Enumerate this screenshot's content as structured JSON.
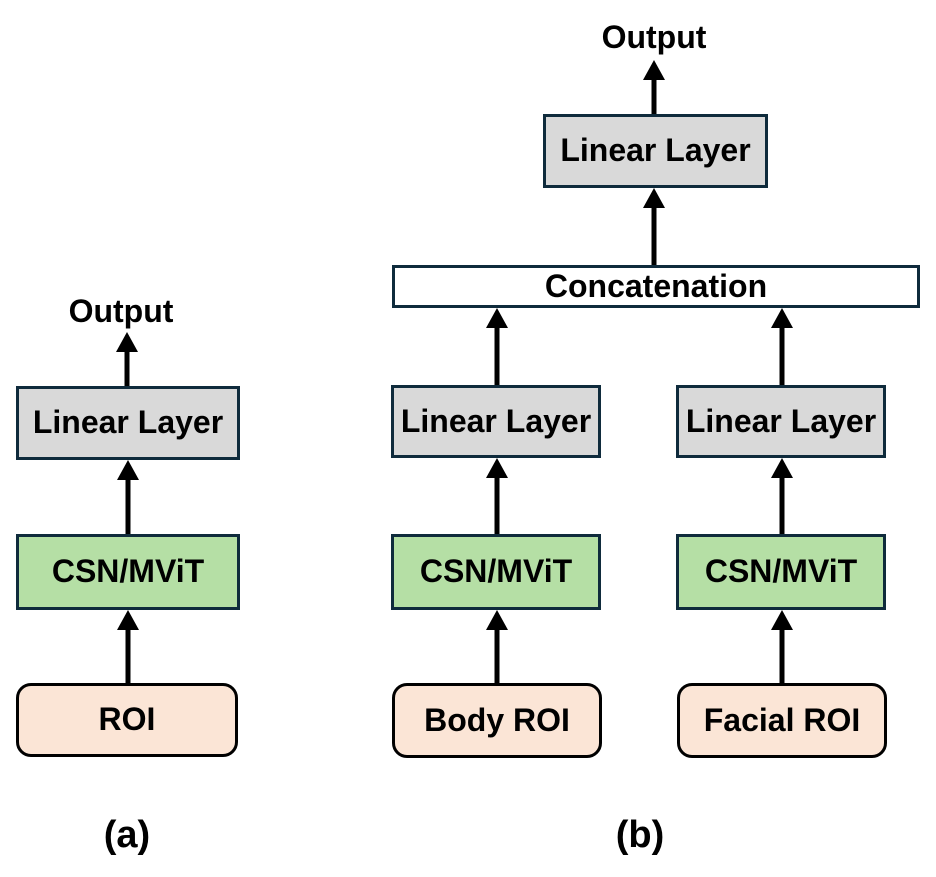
{
  "colors": {
    "background": "#ffffff",
    "box_border": "#0f2b3c",
    "linear_fill": "#d9d9d9",
    "backbone_fill": "#b5dfa5",
    "roi_fill": "#fbe5d6",
    "roi_border": "#000000",
    "concat_fill": "#ffffff",
    "arrow": "#000000",
    "text": "#000000"
  },
  "diagram_a": {
    "caption": "(a)",
    "output_label": "Output",
    "linear_label": "Linear Layer",
    "backbone_label": "CSN/MViT",
    "input_label": "ROI"
  },
  "diagram_b": {
    "caption": "(b)",
    "output_label": "Output",
    "top_linear_label": "Linear Layer",
    "concat_label": "Concatenation",
    "branches": [
      {
        "linear_label": "Linear Layer",
        "backbone_label": "CSN/MViT",
        "input_label": "Body ROI"
      },
      {
        "linear_label": "Linear Layer",
        "backbone_label": "CSN/MViT",
        "input_label": "Facial ROI"
      }
    ]
  }
}
